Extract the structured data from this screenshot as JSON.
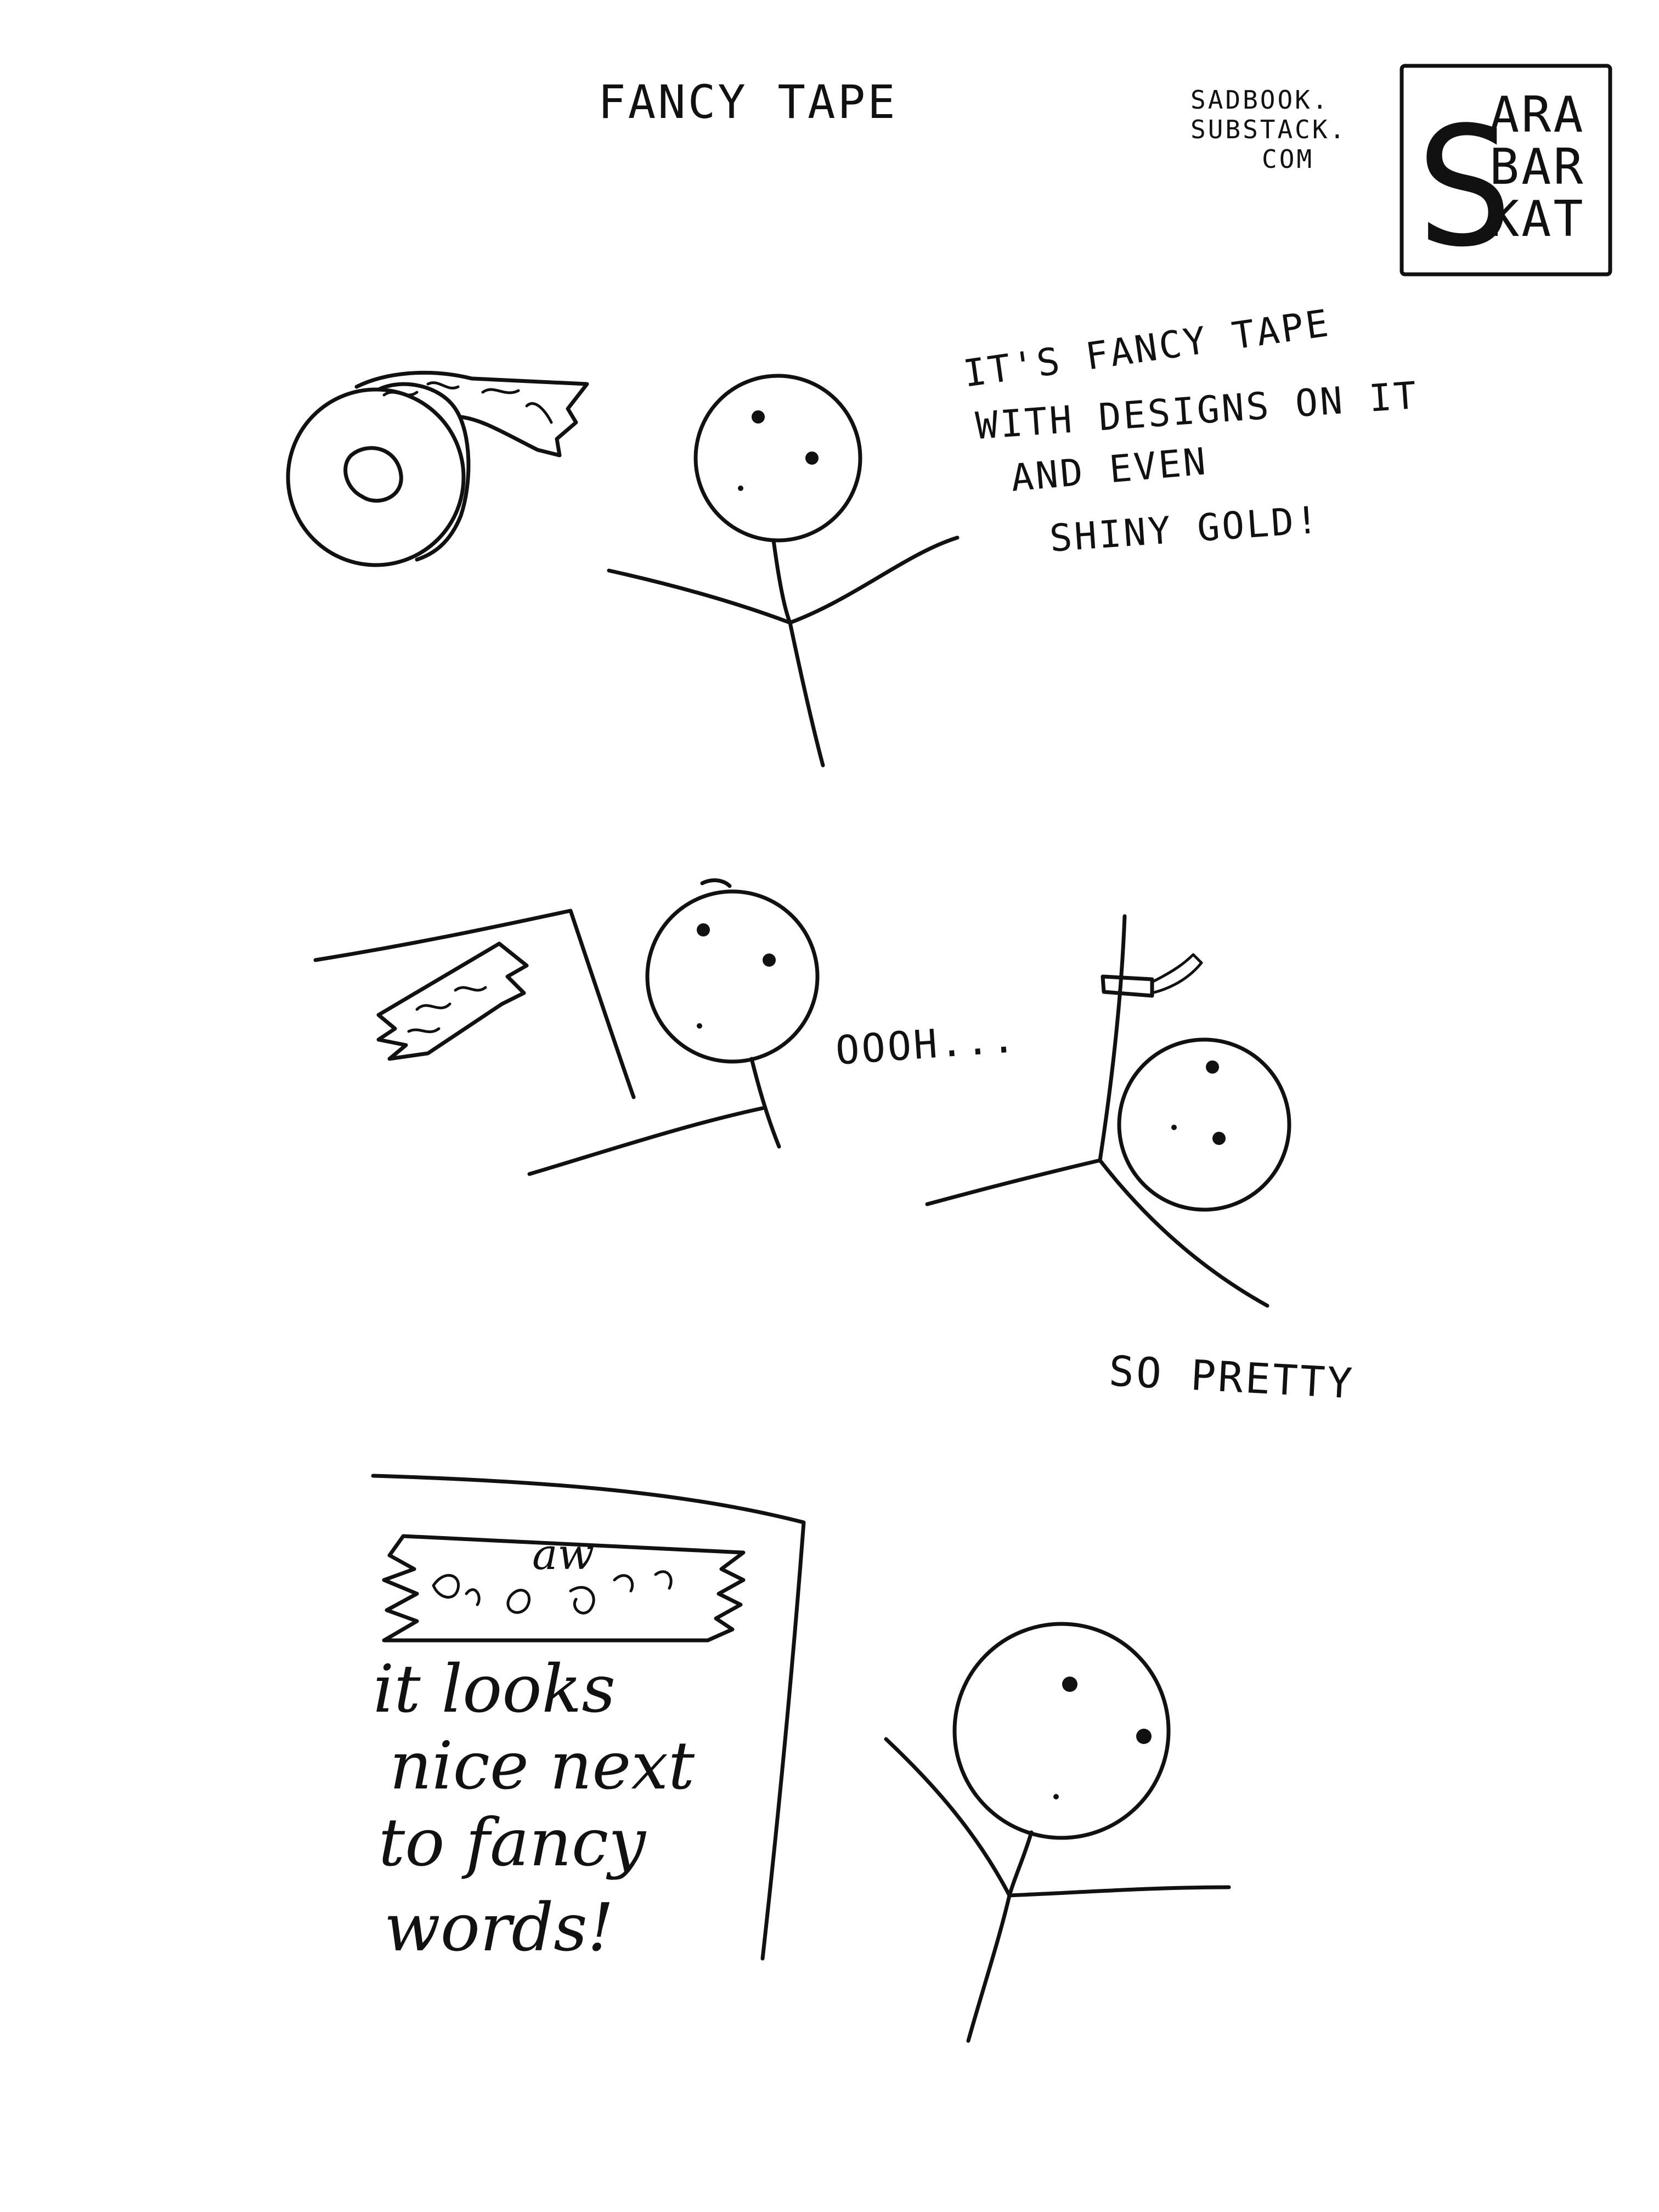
{
  "comic": {
    "title": "FANCY TAPE",
    "website_lines": [
      "SADBOOK.",
      "SUBSTACK.",
      "COM"
    ],
    "signature": {
      "initial": "S",
      "lines": [
        "ARA",
        "BAR",
        "KAT"
      ]
    },
    "panel1": {
      "speech_lines": [
        "IT'S FANCY TAPE",
        "WITH DESIGNS ON IT",
        "AND EVEN",
        "SHINY GOLD!"
      ]
    },
    "panel2": {
      "exclamation": "OOOH...",
      "caption": "SO PRETTY"
    },
    "panel3": {
      "tape_text": "aw",
      "page_lines": [
        "it looks",
        "nice next",
        "to fancy",
        "words!"
      ]
    }
  }
}
